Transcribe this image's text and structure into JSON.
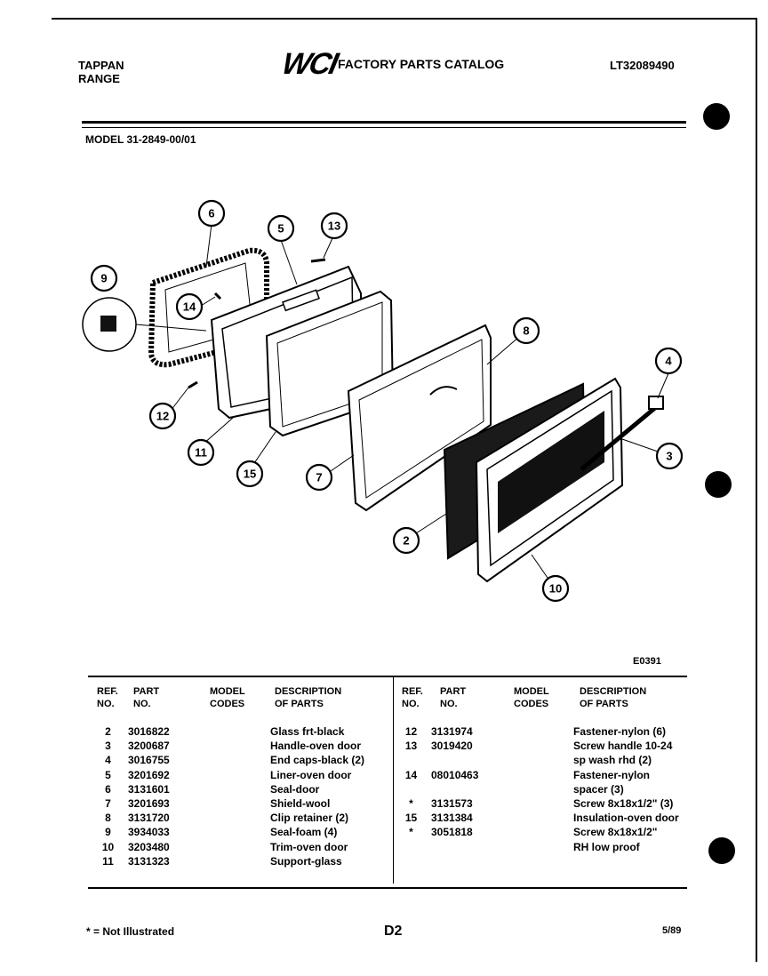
{
  "header": {
    "brand_line1": "TAPPAN",
    "brand_line2": "RANGE",
    "logo": "WCI",
    "catalog_title": "FACTORY PARTS CATALOG",
    "catalog_number": "LT32089490"
  },
  "model_label": "MODEL 31-2849-00/01",
  "diagram": {
    "code": "E0391",
    "callouts": [
      "6",
      "5",
      "13",
      "9",
      "14",
      "8",
      "4",
      "12",
      "11",
      "15",
      "7",
      "3",
      "2",
      "10"
    ]
  },
  "table": {
    "headers": {
      "ref": [
        "REF.",
        "NO."
      ],
      "part": [
        "PART",
        "NO."
      ],
      "model": [
        "MODEL",
        "CODES"
      ],
      "desc": [
        "DESCRIPTION",
        "OF PARTS"
      ]
    },
    "left_rows": [
      {
        "ref": "2",
        "part": "3016822",
        "codes": "",
        "desc": "Glass frt-black"
      },
      {
        "ref": "3",
        "part": "3200687",
        "codes": "",
        "desc": "Handle-oven door"
      },
      {
        "ref": "4",
        "part": "3016755",
        "codes": "",
        "desc": "End caps-black (2)"
      },
      {
        "ref": "5",
        "part": "3201692",
        "codes": "",
        "desc": "Liner-oven door"
      },
      {
        "ref": "6",
        "part": "3131601",
        "codes": "",
        "desc": "Seal-door"
      },
      {
        "ref": "7",
        "part": "3201693",
        "codes": "",
        "desc": "Shield-wool"
      },
      {
        "ref": "8",
        "part": "3131720",
        "codes": "",
        "desc": "Clip retainer (2)"
      },
      {
        "ref": "9",
        "part": "3934033",
        "codes": "",
        "desc": "Seal-foam (4)"
      },
      {
        "ref": "10",
        "part": "3203480",
        "codes": "",
        "desc": "Trim-oven door"
      },
      {
        "ref": "11",
        "part": "3131323",
        "codes": "",
        "desc": "Support-glass"
      }
    ],
    "right_rows": [
      {
        "ref": "12",
        "part": "3131974",
        "codes": "",
        "desc": "Fastener-nylon (6)"
      },
      {
        "ref": "13",
        "part": "3019420",
        "codes": "",
        "desc": "Screw handle 10-24"
      },
      {
        "ref": "",
        "part": "",
        "codes": "",
        "desc": "sp wash rhd (2)"
      },
      {
        "ref": "14",
        "part": "08010463",
        "codes": "",
        "desc": "Fastener-nylon"
      },
      {
        "ref": "",
        "part": "",
        "codes": "",
        "desc": "spacer (3)"
      },
      {
        "ref": "*",
        "part": "3131573",
        "codes": "",
        "desc": "Screw 8x18x1/2\" (3)"
      },
      {
        "ref": "15",
        "part": "3131384",
        "codes": "",
        "desc": "Insulation-oven door"
      },
      {
        "ref": "*",
        "part": "3051818",
        "codes": "",
        "desc": "Screw 8x18x1/2\""
      },
      {
        "ref": "",
        "part": "",
        "codes": "",
        "desc": "RH low proof"
      }
    ]
  },
  "footer": {
    "note": "* = Not Illustrated",
    "page": "D2",
    "date": "5/89"
  }
}
